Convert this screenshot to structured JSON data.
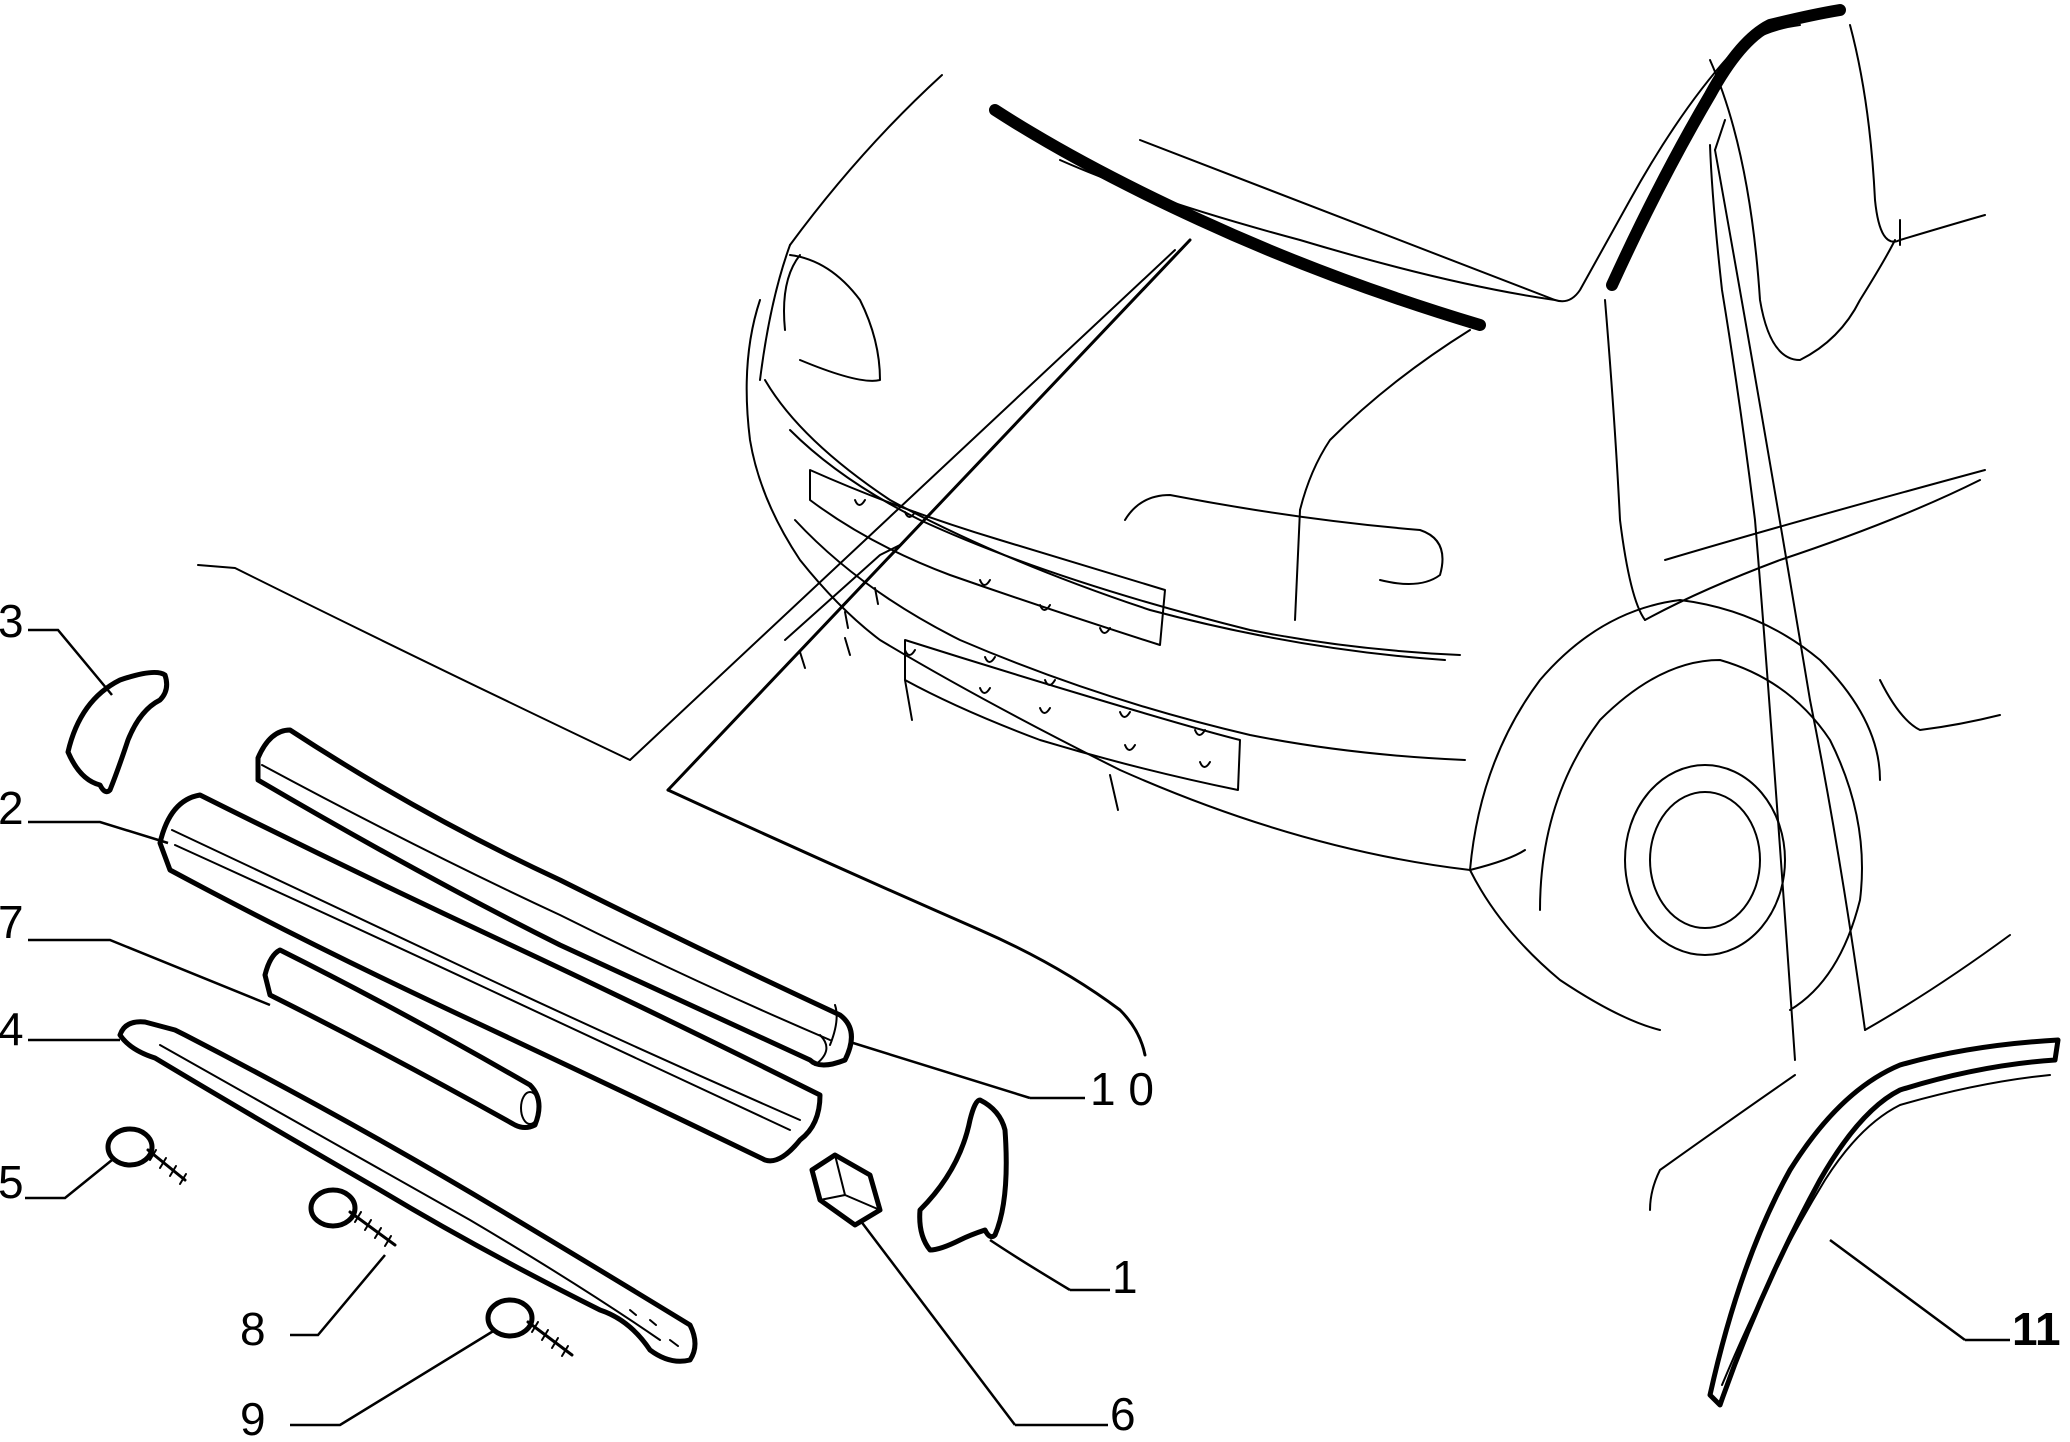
{
  "callouts": {
    "c1": "1",
    "c2": "2",
    "c3": "3",
    "c4": "4",
    "c5": "5",
    "c6": "6",
    "c7": "7",
    "c8": "8",
    "c9": "9",
    "c10": "1 0",
    "c11": "11"
  }
}
